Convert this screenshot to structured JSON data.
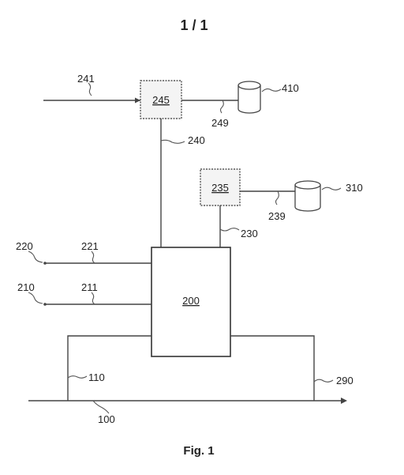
{
  "page": {
    "sheet": "1 / 1",
    "caption": "Fig. 1"
  },
  "labels": {
    "l100": "100",
    "l110": "110",
    "l200": "200",
    "l210": "210",
    "l211": "211",
    "l220": "220",
    "l221": "221",
    "l230": "230",
    "l235": "235",
    "l239": "239",
    "l240": "240",
    "l241": "241",
    "l245": "245",
    "l249": "249",
    "l290": "290",
    "l310": "310",
    "l410": "410"
  }
}
